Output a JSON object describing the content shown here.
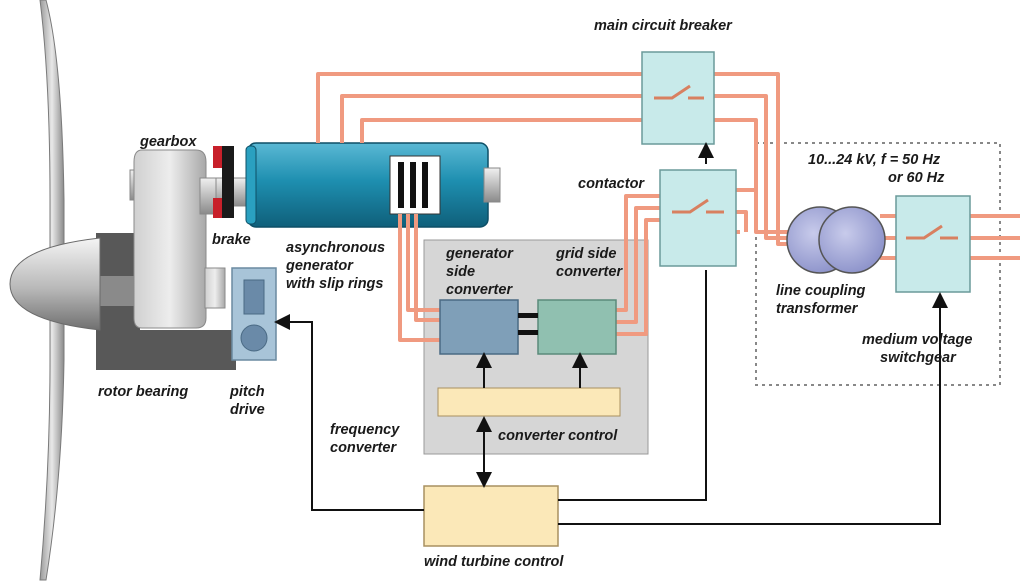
{
  "labels": {
    "main_circuit_breaker": "main circuit breaker",
    "gearbox": "gearbox",
    "brake": "brake",
    "generator": [
      "asynchronous",
      "generator",
      "with slip rings"
    ],
    "gen_side_converter": [
      "generator",
      "side",
      "converter"
    ],
    "grid_side_converter": [
      "grid side",
      "converter"
    ],
    "contactor": "contactor",
    "voltage_freq": [
      "10...24 kV, f = 50 Hz",
      "or 60 Hz"
    ],
    "line_coupling_transformer": [
      "line coupling",
      "transformer"
    ],
    "medium_voltage_switchgear": [
      "medium voltage",
      "switchgear"
    ],
    "rotor_bearing": "rotor bearing",
    "pitch_drive": [
      "pitch",
      "drive"
    ],
    "frequency_converter": [
      "frequency",
      "converter"
    ],
    "converter_control": "converter control",
    "wind_turbine_control": "wind turbine control"
  },
  "colors": {
    "power_line": "#f09a80",
    "generator_body": "#1e8fb0",
    "switch_box": "#c8eaea",
    "converter_gen": "#7f9fb8",
    "converter_grid": "#90c0b0",
    "control_box": "#fbe8b8",
    "transformer": "#a8acd8",
    "brake": "#c8202a",
    "signal_line": "#111111"
  }
}
